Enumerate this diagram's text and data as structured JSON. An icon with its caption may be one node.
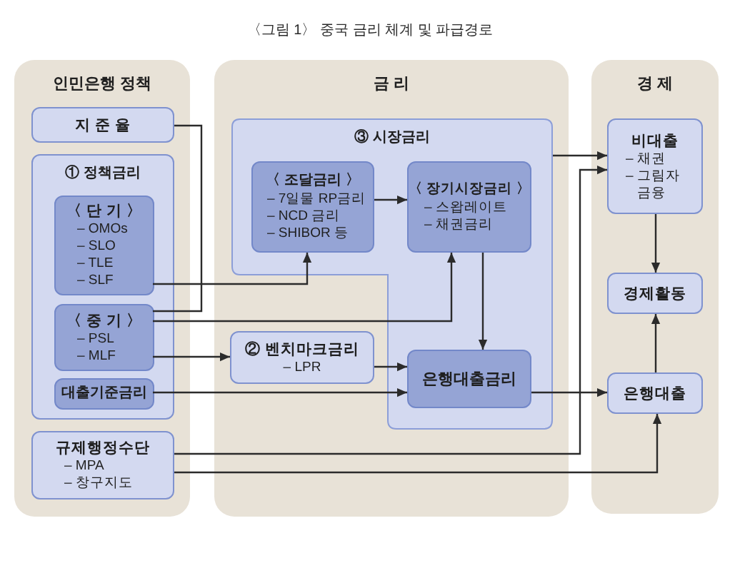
{
  "diagram": {
    "title": "〈그림 1〉 중국 금리 체계 및 파급경로",
    "nodes": [
      {
        "text": [
          "인민은행 정책"
        ]
      },
      {
        "text": [
          "지 준 율"
        ],
        "in": 0
      },
      {
        "text": [
          "① 정책금리"
        ],
        "in": 0
      },
      {
        "text": [
          "〈 단 기 〉",
          "– OMOs",
          "– SLO",
          "– TLE",
          "– SLF"
        ],
        "in": 2
      },
      {
        "text": [
          "〈 중 기 〉",
          "– PSL",
          "– MLF"
        ],
        "in": 2
      },
      {
        "text": [
          "대출기준금리"
        ],
        "in": 2
      },
      {
        "text": [
          "규제행정수단",
          "– MPA",
          "– 창구지도"
        ],
        "in": 0
      },
      {
        "text": [
          "금 리"
        ]
      },
      {
        "text": [
          "③ 시장금리"
        ],
        "in": 7
      },
      {
        "text": [
          "〈 조달금리 〉",
          "– 7일물 RP금리",
          "– NCD 금리",
          "– SHIBOR 등"
        ],
        "in": 8
      },
      {
        "text": [
          "〈 장기시장금리 〉",
          "– 스왑레이트",
          "– 채권금리"
        ],
        "in": 8
      },
      {
        "text": [
          "② 벤치마크금리",
          "– LPR"
        ],
        "in": 7
      },
      {
        "text": [
          "은행대출금리"
        ],
        "in": 8
      },
      {
        "text": [
          "경 제"
        ]
      },
      {
        "text": [
          "비대출",
          "– 채권",
          "– 그림자 금융"
        ],
        "in": 13
      },
      {
        "text": [
          "경제활동"
        ],
        "in": 13
      },
      {
        "text": [
          "은행대출"
        ],
        "in": 13
      }
    ],
    "edges": [
      {
        "from": 1,
        "to": 4,
        "arrow": "none"
      },
      {
        "from": 3,
        "to": 9,
        "arrow": "to"
      },
      {
        "from": 4,
        "to": 10,
        "arrow": "to"
      },
      {
        "from": 4,
        "to": 11,
        "arrow": "to"
      },
      {
        "from": 9,
        "to": 10,
        "arrow": "to"
      },
      {
        "from": 10,
        "to": 12,
        "arrow": "to"
      },
      {
        "from": 11,
        "to": 12,
        "arrow": "to"
      },
      {
        "from": 5,
        "to": 12,
        "arrow": "to"
      },
      {
        "from": 8,
        "to": 14,
        "arrow": "to"
      },
      {
        "from": 6,
        "to": 14,
        "arrow": "to"
      },
      {
        "from": 6,
        "to": 16,
        "arrow": "to"
      },
      {
        "from": 12,
        "to": 16,
        "arrow": "to"
      },
      {
        "from": 14,
        "to": 15,
        "arrow": "to"
      },
      {
        "from": 16,
        "to": 15,
        "arrow": "to"
      }
    ]
  }
}
